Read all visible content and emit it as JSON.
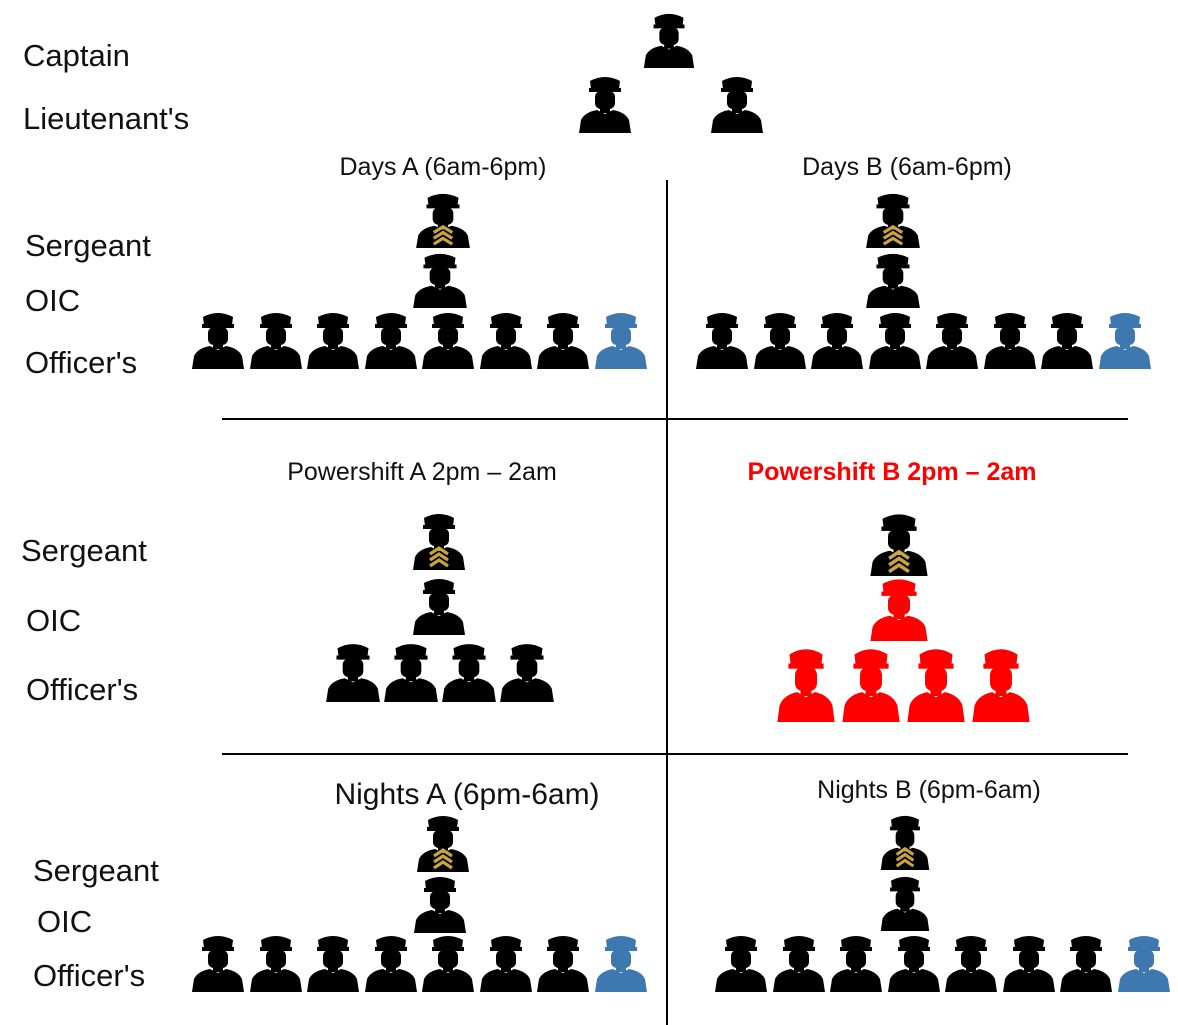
{
  "colors": {
    "officer": "#000000",
    "vacant": "#3e78b0",
    "highlight": "#ff0000",
    "chevron": "#c9a441",
    "line": "#000000"
  },
  "command": {
    "captain_label": "Captain",
    "lieutenants_label": "Lieutenant's",
    "captain_count": 1,
    "lieutenant_count": 2
  },
  "shifts": [
    {
      "id": "days-a",
      "title": "Days A (6am-6pm)",
      "title_size": "small",
      "highlighted": false,
      "labels": {
        "sergeant": "Sergeant",
        "oic": "OIC",
        "officers": "Officer's"
      },
      "sergeant_count": 1,
      "oic_count": 1,
      "officer_count": 8,
      "vacant_officers": 1
    },
    {
      "id": "days-b",
      "title": "Days B (6am-6pm)",
      "title_size": "small",
      "highlighted": false,
      "labels": null,
      "sergeant_count": 1,
      "oic_count": 1,
      "officer_count": 8,
      "vacant_officers": 1
    },
    {
      "id": "powershift-a",
      "title": "Powershift A 2pm – 2am",
      "title_size": "small",
      "highlighted": false,
      "labels": {
        "sergeant": "Sergeant",
        "oic": "OIC",
        "officers": "Officer's"
      },
      "sergeant_count": 1,
      "oic_count": 1,
      "officer_count": 4,
      "vacant_officers": 0
    },
    {
      "id": "powershift-b",
      "title": "Powershift B 2pm – 2am",
      "title_size": "small",
      "highlighted": true,
      "labels": null,
      "sergeant_count": 1,
      "oic_count": 1,
      "officer_count": 4,
      "vacant_officers": 0
    },
    {
      "id": "nights-a",
      "title": "Nights A (6pm-6am)",
      "title_size": "large",
      "highlighted": false,
      "labels": {
        "sergeant": "Sergeant",
        "oic": "OIC",
        "officers": "Officer's"
      },
      "sergeant_count": 1,
      "oic_count": 1,
      "officer_count": 8,
      "vacant_officers": 1
    },
    {
      "id": "nights-b",
      "title": "Nights B (6pm-6am)",
      "title_size": "small",
      "highlighted": false,
      "labels": null,
      "sergeant_count": 1,
      "oic_count": 1,
      "officer_count": 8,
      "vacant_officers": 1
    }
  ]
}
